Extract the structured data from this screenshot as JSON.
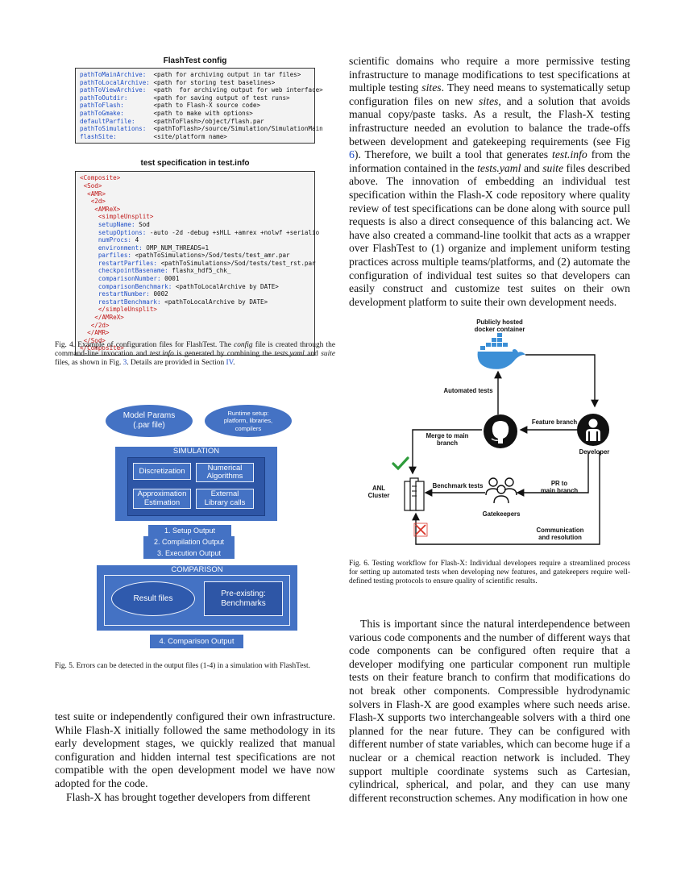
{
  "fig4": {
    "config_title": "FlashTest config",
    "config_lines": [
      {
        "key": "pathToMainArchive:",
        "val": "<path for archiving output in tar files>"
      },
      {
        "key": "pathToLocalArchive:",
        "val": "<path for storing test baselines>"
      },
      {
        "key": "pathToViewArchive:",
        "val": "<path  for archiving output for web interface>"
      },
      {
        "key": "pathToOutdir:",
        "val": "<path for saving output of test runs>"
      },
      {
        "key": "pathToFlash:",
        "val": "<path to Flash-X source code>"
      },
      {
        "key": "pathToGmake:",
        "val": "<path to make with options>"
      },
      {
        "key": "defaultParfile:",
        "val": "<pathToFlash>/object/flash.par"
      },
      {
        "key": "pathToSimulations:",
        "val": "<pathToFlash>/source/Simulation/SimulationMain"
      },
      {
        "key": "flashSite:",
        "val": "<site/platform name>"
      }
    ],
    "spec_title": "test specification in test.info",
    "spec_lines": [
      {
        "indent": "",
        "tag": "<Composite>",
        "key": "",
        "val": ""
      },
      {
        "indent": " ",
        "tag": "<Sod>",
        "key": "",
        "val": ""
      },
      {
        "indent": "  ",
        "tag": "<AMR>",
        "key": "",
        "val": ""
      },
      {
        "indent": "   ",
        "tag": "<2d>",
        "key": "",
        "val": ""
      },
      {
        "indent": "    ",
        "tag": "<AMReX>",
        "key": "",
        "val": ""
      },
      {
        "indent": "     ",
        "tag": "<simpleUnsplit>",
        "key": "",
        "val": ""
      },
      {
        "indent": "     ",
        "tag": "",
        "key": "setupName:",
        "val": " Sod"
      },
      {
        "indent": "     ",
        "tag": "",
        "key": "setupOptions:",
        "val": " -auto -2d -debug +sHLL +amrex +nolwf +serialio"
      },
      {
        "indent": "     ",
        "tag": "",
        "key": "numProcs:",
        "val": " 4"
      },
      {
        "indent": "     ",
        "tag": "",
        "key": "environment:",
        "val": " OMP_NUM_THREADS=1"
      },
      {
        "indent": "     ",
        "tag": "",
        "key": "parfiles:",
        "val": " <pathToSimulations>/Sod/tests/test_amr.par"
      },
      {
        "indent": "     ",
        "tag": "",
        "key": "restartParfiles:",
        "val": " <pathToSimulations>/Sod/tests/test_rst.par"
      },
      {
        "indent": "     ",
        "tag": "",
        "key": "checkpointBasename:",
        "val": " flashx_hdf5_chk_"
      },
      {
        "indent": "     ",
        "tag": "",
        "key": "comparisonNumber:",
        "val": " 0001"
      },
      {
        "indent": "     ",
        "tag": "",
        "key": "comparisonBenchmark:",
        "val": " <pathToLocalArchive by DATE>"
      },
      {
        "indent": "     ",
        "tag": "",
        "key": "restartNumber:",
        "val": " 0002"
      },
      {
        "indent": "     ",
        "tag": "",
        "key": "restartBenchmark:",
        "val": " <pathToLocalArchive by DATE>"
      },
      {
        "indent": "     ",
        "tag": "</simpleUnsplit>",
        "key": "",
        "val": ""
      },
      {
        "indent": "    ",
        "tag": "</AMReX>",
        "key": "",
        "val": ""
      },
      {
        "indent": "   ",
        "tag": "</2d>",
        "key": "",
        "val": ""
      },
      {
        "indent": "  ",
        "tag": "</AMR>",
        "key": "",
        "val": ""
      },
      {
        "indent": " ",
        "tag": "</Sod>",
        "key": "",
        "val": ""
      },
      {
        "indent": "",
        "tag": "</Composite>",
        "key": "",
        "val": ""
      }
    ],
    "caption_a": "Fig. 4.  Example of configuration files for FlashTest. The ",
    "caption_config": "config",
    "caption_b": " file is created through the command-line invocation and ",
    "caption_testinfo": "test.info",
    "caption_c": " is generated by combining the ",
    "caption_yaml": "tests.yaml",
    "caption_d": " and ",
    "caption_suite": "suite",
    "caption_e": " files, as shown in Fig. ",
    "caption_fig3": "3",
    "caption_f": ". Details are provided in Section ",
    "caption_sec": "IV",
    "caption_g": "."
  },
  "fig5": {
    "model_params": "Model Params\n(.par file)",
    "runtime_setup": "Runtime setup:\nplatform, libraries,\ncompilers",
    "simulation": "SIMULATION",
    "discretization": "Discretization",
    "numerical": "Numerical\nAlgorithms",
    "approximation": "Approximation\nEstimation",
    "external": "External\nLibrary calls",
    "output1": "1.  Setup Output",
    "output2": "2.  Compilation Output",
    "output3": "3.  Execution Output",
    "comparison": "COMPARISON",
    "result_files": "Result files",
    "preexisting": "Pre-existing:\nBenchmarks",
    "output4": "4.  Comparison Output",
    "caption": "Fig. 5.  Errors can be detected in the output files (1-4) in a simulation with FlashTest."
  },
  "left_body": {
    "p1": "test suite or independently configured their own infrastructure. While Flash-X initially followed the same methodology in its early development stages, we quickly realized that manual configuration and hidden internal test specifications are not compatible with the open development model we have now adopted for the code.",
    "p2": "Flash-X has brought together developers from different"
  },
  "right_top": {
    "t1": "scientific domains who require a more permissive testing infrastructure to manage modifications to test specifications at multiple testing ",
    "sites1": "sites",
    "t2": ". They need means to systematically setup configuration files on new ",
    "sites2": "sites",
    "t3": ", and a solution that avoids manual copy/paste tasks. As a result, the Flash-X testing infrastructure needed an evolution to balance the trade-offs between development and gatekeeping requirements (see Fig ",
    "fig6ref": "6",
    "t4": "). Therefore, we built a tool that generates ",
    "testinfo": "test.info",
    "t5": " from the information contained in the ",
    "testsyaml": "tests.yaml",
    "t6": " and ",
    "suite": "suite",
    "t7": " files described above. The innovation of embedding an individual test specification within the Flash-X code repository where quality review of test specifications can be done along with source pull requests is also a direct consequence of this balancing act. We have also created a command-line toolkit that acts as a wrapper over FlashTest to (1) organize and implement uniform testing practices across multiple teams/platforms, and (2) automate the configuration of individual test suites so that developers can easily construct and customize test suites on their own development platform to suite their own development needs."
  },
  "fig6": {
    "docker_label": "Publicly hosted\ndocker container",
    "automated_tests": "Automated tests",
    "feature_branch": "Feature branch",
    "merge": "Merge to main\nbranch",
    "developer": "Developer",
    "anl": "ANL\nCluster",
    "benchmark_tests": "Benchmark tests",
    "pr": "PR to\nmain branch",
    "gatekeepers": "Gatekeepers",
    "communication": "Communication\nand resolution",
    "check_color": "#2e9b3b",
    "x_color": "#d9362b",
    "caption": "Fig. 6.   Testing workflow for Flash-X: Individual developers require a streamlined process for setting up automated tests when developing new features, and gatekeepers require well-defined testing protocols to ensure quality of scientific results."
  },
  "right_body": {
    "p1": "This is important since the natural interdependence between various code components and the number of different ways that code components can be configured often require that a developer modifying one particular component run multiple tests on their feature branch to confirm that modifications do not break other components. Compressible hydrodynamic solvers in Flash-X are good examples where such needs arise. Flash-X supports two interchangeable solvers with a third one planned for the near future. They can be configured with different number of state variables, which can become huge if a nuclear or a chemical reaction network is included. They support multiple coordinate systems such as Cartesian, cylindrical, spherical, and polar, and they can use many different reconstruction schemes. Any modification in how one"
  }
}
